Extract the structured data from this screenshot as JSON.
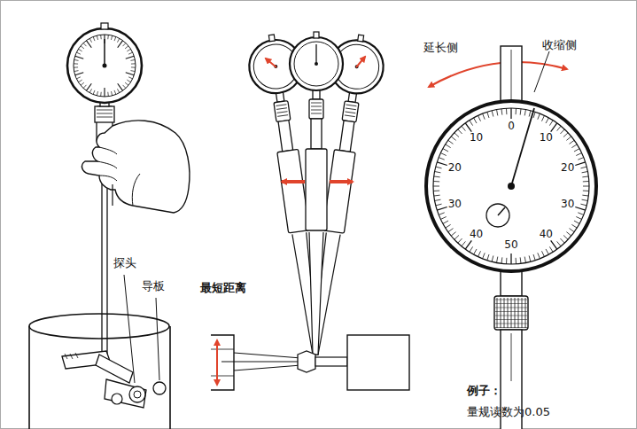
{
  "diagram": {
    "labels": [
      "延长侧",
      "收缩侧",
      "探头",
      "导板",
      "最短距离",
      "0",
      "10",
      "20",
      "30",
      "40",
      "50",
      "40",
      "30",
      "20",
      "10",
      "例子：",
      "量规读数为0.05"
    ]
  }
}
